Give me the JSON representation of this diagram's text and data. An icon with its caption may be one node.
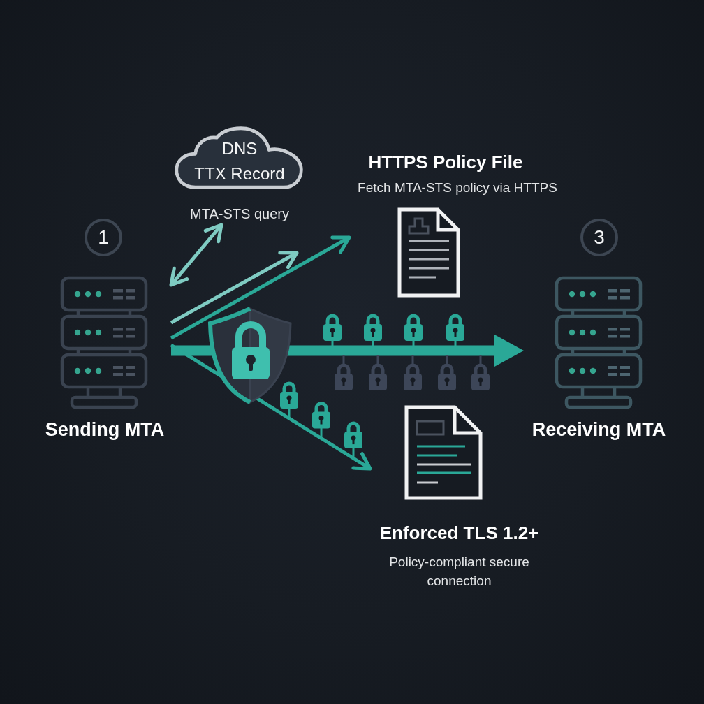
{
  "diagram": {
    "nodes": [
      {
        "text": [
          "DNS TTX Record"
        ],
        "beside": [
          "MTA-STS query"
        ]
      },
      {
        "text": [
          "HTTPS Policy File",
          "Fetch MTA-STS policy via HTTPS"
        ]
      },
      {
        "text": [
          "Sending MTA"
        ],
        "beside": [
          "1"
        ]
      },
      {
        "text": [
          "Receiving MTA"
        ],
        "beside": [
          "3"
        ]
      },
      {
        "text": [
          "Enforced TLS 1.2+",
          "Policy-compliant secure connection"
        ]
      }
    ],
    "edges": [
      {
        "from": 2,
        "to": 0,
        "arrow": "both",
        "color": "#7fcbc2"
      },
      {
        "from": 2,
        "to": null,
        "arrow": "to",
        "color": "#7fcbc2"
      },
      {
        "from": 2,
        "to": 1,
        "arrow": "to"
      },
      {
        "from": 2,
        "to": 3,
        "arrow": "to",
        "style": "thick"
      },
      {
        "from": 2,
        "to": 4,
        "arrow": "to"
      }
    ]
  }
}
